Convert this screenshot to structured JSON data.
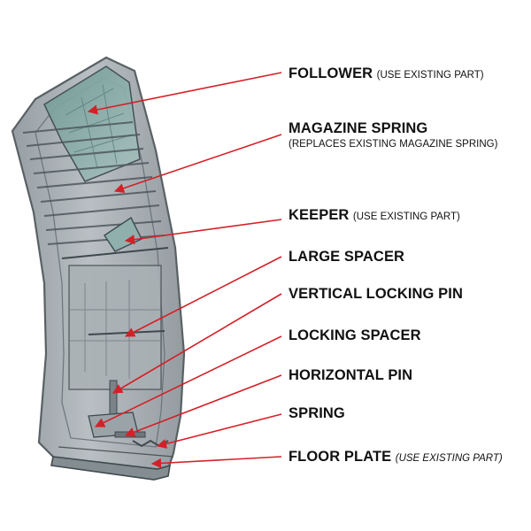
{
  "callouts": [
    {
      "id": "follower",
      "name": "FOLLOWER",
      "note": "(USE EXISTING PART)"
    },
    {
      "id": "magazine-spring",
      "name": "MAGAZINE SPRING",
      "note": "(REPLACES EXISTING MAGAZINE SPRING)"
    },
    {
      "id": "keeper",
      "name": "KEEPER",
      "note": "(USE EXISTING PART)"
    },
    {
      "id": "large-spacer",
      "name": "LARGE SPACER",
      "note": ""
    },
    {
      "id": "vertical-locking-pin",
      "name": "VERTICAL LOCKING PIN",
      "note": ""
    },
    {
      "id": "locking-spacer",
      "name": "LOCKING SPACER",
      "note": ""
    },
    {
      "id": "horizontal-pin",
      "name": "HORIZONTAL PIN",
      "note": ""
    },
    {
      "id": "spring",
      "name": "SPRING",
      "note": ""
    },
    {
      "id": "floor-plate",
      "name": "FLOOR PLATE",
      "note": "(USE EXISTING PART)"
    }
  ],
  "colors": {
    "arrow": "#d42027",
    "label_text": "#111111",
    "magazine_body": "#9aa3a8",
    "magazine_outline": "#4c5458",
    "follower_tint": "#7fa7a2"
  }
}
